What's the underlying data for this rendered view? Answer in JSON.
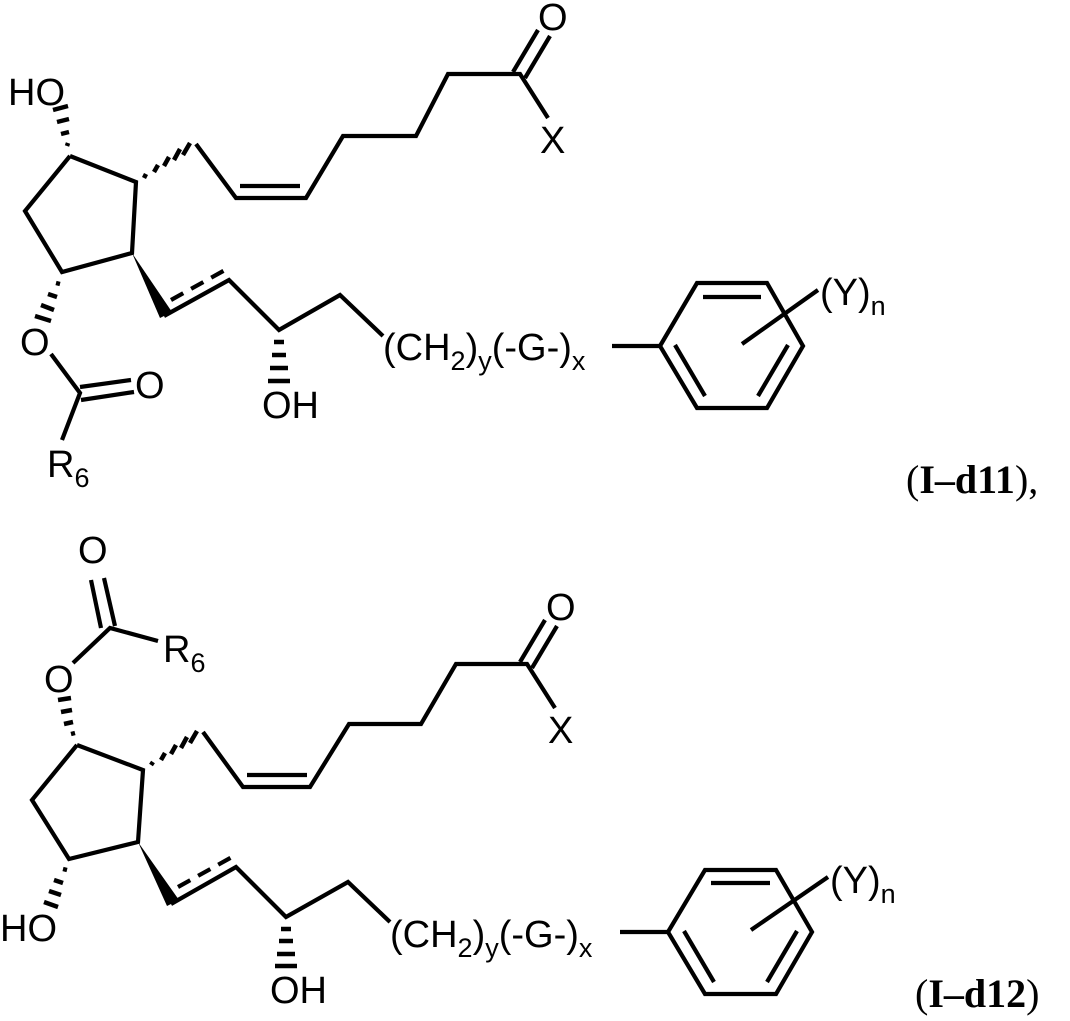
{
  "figure": {
    "compounds": [
      {
        "id": "I-d11",
        "label_open": "(",
        "label_bold": "I–d11",
        "label_close": "),",
        "atoms": {
          "ring_oh": "HO",
          "acid_o": "O",
          "acid_x": "X",
          "ester_o": "O",
          "ester_carbonyl_o": "O",
          "ester_r": "R",
          "ester_r_sub": "6",
          "side_oh": "OH",
          "linker_ch": "(CH",
          "linker_2": "2",
          "linker_paren": ")",
          "linker_y": "y",
          "linker_g": "(-G-)",
          "linker_x": "x",
          "aryl_y": "(Y)",
          "aryl_n": "n"
        }
      },
      {
        "id": "I-d12",
        "label_open": "(",
        "label_bold": "I–d12",
        "label_close": ")",
        "atoms": {
          "ring_oh": "HO",
          "acid_o": "O",
          "acid_x": "X",
          "ester_o": "O",
          "ester_carbonyl_o": "O",
          "ester_r": "R",
          "ester_r_sub": "6",
          "side_oh": "OH",
          "linker_ch": "(CH",
          "linker_2": "2",
          "linker_paren": ")",
          "linker_y": "y",
          "linker_g": "(-G-)",
          "linker_x": "x",
          "aryl_y": "(Y)",
          "aryl_n": "n"
        }
      }
    ]
  }
}
